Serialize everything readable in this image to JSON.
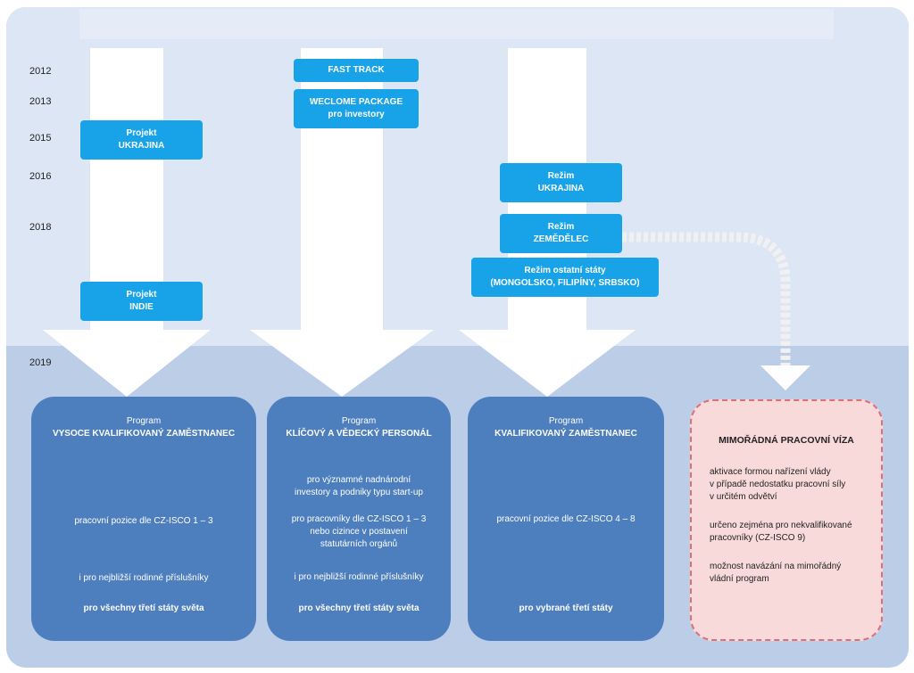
{
  "years": [
    "2012",
    "2013",
    "2015",
    "2016",
    "2018",
    "2019"
  ],
  "tags": {
    "projekt_ukrajina": {
      "line1": "Projekt",
      "line2": "UKRAJINA"
    },
    "projekt_indie": {
      "line1": "Projekt",
      "line2": "INDIE"
    },
    "fast_track": {
      "line1": "FAST TRACK"
    },
    "welcome_package": {
      "line1": "WECLOME PACKAGE",
      "line2": "pro investory"
    },
    "rezim_ukrajina": {
      "line1": "Režim",
      "line2": "UKRAJINA"
    },
    "rezim_zemedelec": {
      "line1": "Režim",
      "line2": "ZEMĚDĚLEC"
    },
    "rezim_ostatni": {
      "line1": "Režim ostatní státy",
      "line2": "(MONGOLSKO, FILIPÍNY, SRBSKO)"
    }
  },
  "programs": {
    "vysoce": {
      "label": "Program",
      "name": "VYSOCE KVALIFIKOVANÝ ZAMĚSTNANEC",
      "positions": "pracovní pozice dle CZ-ISCO 1 – 3",
      "family": "i pro nejbližší rodinné příslušníky",
      "countries": "pro všechny třetí státy světa"
    },
    "klicovy": {
      "label": "Program",
      "name": "KLÍČOVÝ A VĚDECKÝ PERSONÁL",
      "investors_1": "pro významné nadnárodní",
      "investors_2": "investory a podniky typu start-up",
      "workers_1": "pro pracovníky dle CZ-ISCO 1 – 3",
      "workers_2": "nebo cizince v postavení",
      "workers_3": "statutárních orgánů",
      "family": "i pro nejbližší rodinné příslušníky",
      "countries": "pro všechny třetí státy světa"
    },
    "kvalifikovany": {
      "label": "Program",
      "name": "KVALIFIKOVANÝ ZAMĚSTNANEC",
      "positions": "pracovní pozice dle CZ-ISCO 4 – 8",
      "countries": "pro vybrané třetí státy"
    }
  },
  "mimoradna": {
    "title": "MIMOŘÁDNÁ PRACOVNÍ VÍZA",
    "p1_1": "aktivace formou nařízení vlády",
    "p1_2": "v případě nedostatku pracovní síly",
    "p1_3": "v určitém odvětví",
    "p2_1": "určeno zejména pro nekvalifikované",
    "p2_2": "pracovníky (CZ-ISCO 9)",
    "p3_1": "možnost navázání na mimořádný",
    "p3_2": "vládní program"
  },
  "colors": {
    "tag": "#18a3e8",
    "program": "#4d7ebd",
    "mimoradna_fill": "#f8dada",
    "mimoradna_border": "#df6f75",
    "arrow": "#ffffff"
  }
}
